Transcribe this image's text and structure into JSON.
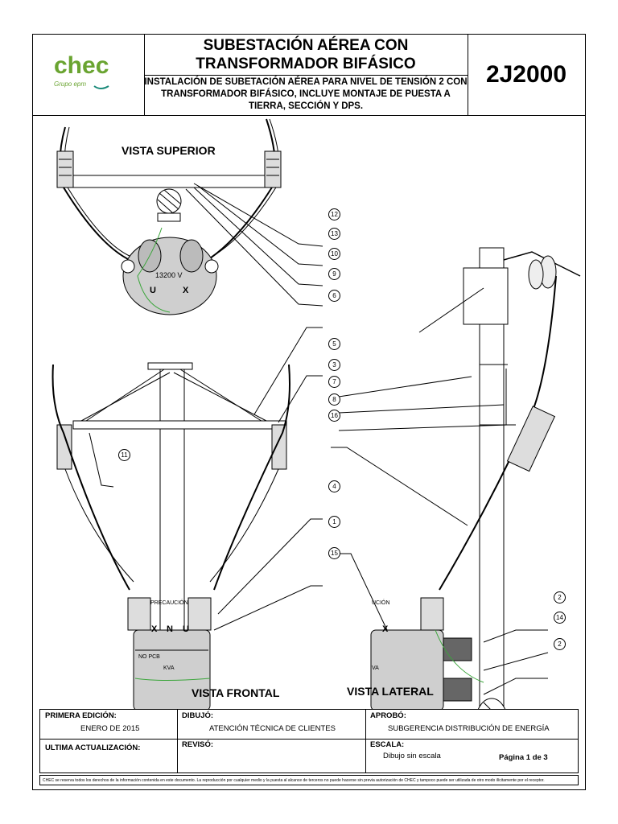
{
  "header": {
    "title": "SUBESTACIÓN AÉREA CON TRANSFORMADOR BIFÁSICO",
    "subtitle": "INSTALACIÓN DE SUBETACIÓN AÉREA PARA NIVEL DE TENSIÓN 2 CON TRANSFORMADOR BIFÁSICO, INCLUYE MONTAJE DE PUESTA A TIERRA, SECCIÓN Y DPS.",
    "code": "2J2000",
    "logo_text": "chec",
    "logo_tagline": "Grupo epm",
    "colors": {
      "logo_green": "#6aa431",
      "logo_teal": "#1a8a7a",
      "ground_wire": "#3aa53a"
    }
  },
  "views": {
    "top": "VISTA SUPERIOR",
    "front": "VISTA FRONTAL",
    "side": "VISTA LATERAL"
  },
  "transformer_labels": {
    "voltage": "13200 V",
    "top_u": "U",
    "top_x": "X",
    "warning": "PRECAUCIÓN",
    "warning_side": "UCIÓN",
    "front_x": "X",
    "front_n": "N",
    "front_u": "U",
    "side_x": "X",
    "nopcb": "NO PCB",
    "kva": "KVA",
    "kva_side": "VA"
  },
  "callouts": [
    "12",
    "13",
    "10",
    "9",
    "6",
    "5",
    "3",
    "7",
    "8",
    "16",
    "11",
    "4",
    "1",
    "15",
    "2",
    "14",
    "2"
  ],
  "title_block": {
    "primera_edicion_label": "PRIMERA EDICIÓN:",
    "primera_edicion_value": "ENERO DE 2015",
    "dibujo_label": "DIBUJÓ:",
    "dibujo_value": "ATENCIÓN TÉCNICA DE CLIENTES",
    "aprobo_label": "APROBÓ:",
    "aprobo_value": "SUBGERENCIA DISTRIBUCIÓN DE ENERGÍA",
    "ultima_label": "ULTIMA ACTUALIZACIÓN:",
    "reviso_label": "REVISÓ:",
    "escala_label": "ESCALA:",
    "escala_value": "Dibujo sin escala",
    "pagina": "Página 1 de 3"
  },
  "disclaimer": "CHEC se reserva todos los derechos de la información contenida en este documento. La reproducción por cualquier medio y la puesta al alcance de terceros no puede hacerse sin previa autorización de CHEC y tampoco puede ser utilizada de otro modo ilícitamente por el receptor."
}
